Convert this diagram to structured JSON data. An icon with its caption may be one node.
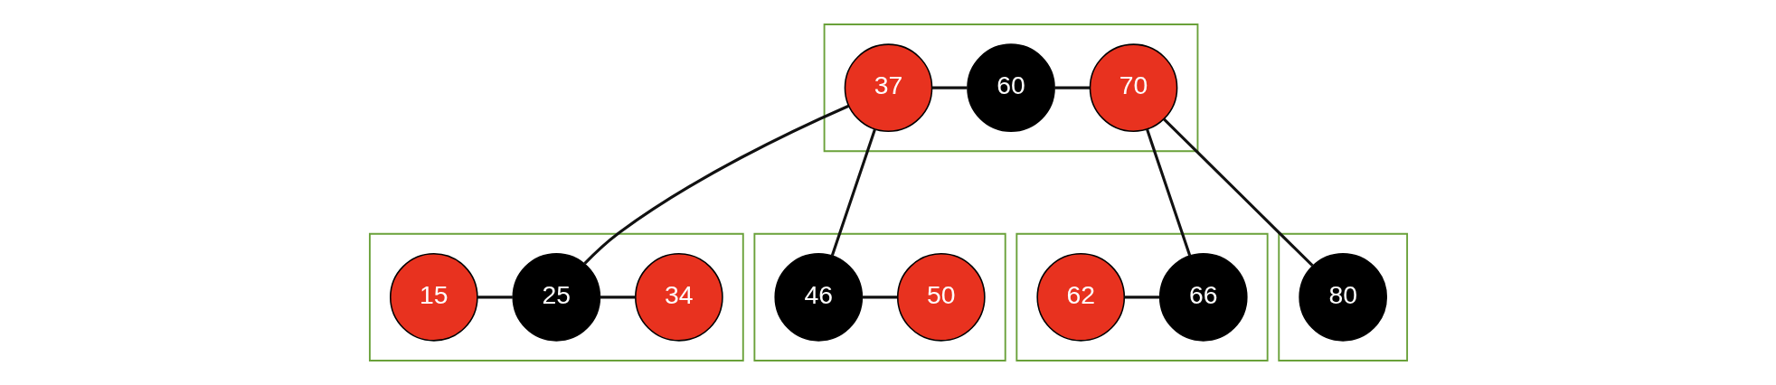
{
  "diagram": {
    "nodes": [
      {
        "text": [],
        "shape": "box"
      },
      {
        "text": [
          "37"
        ],
        "in": 0
      },
      {
        "text": [
          "60"
        ],
        "in": 0
      },
      {
        "text": [
          "70"
        ],
        "in": 0
      },
      {
        "text": [],
        "shape": "box"
      },
      {
        "text": [
          "15"
        ],
        "in": 4
      },
      {
        "text": [
          "25"
        ],
        "in": 4
      },
      {
        "text": [
          "34"
        ],
        "in": 4
      },
      {
        "text": [],
        "shape": "box"
      },
      {
        "text": [
          "46"
        ],
        "in": 8
      },
      {
        "text": [
          "50"
        ],
        "in": 8
      },
      {
        "text": [],
        "shape": "box"
      },
      {
        "text": [
          "62"
        ],
        "in": 11
      },
      {
        "text": [
          "66"
        ],
        "in": 11
      },
      {
        "text": [],
        "shape": "box"
      },
      {
        "text": [
          "80"
        ],
        "in": 14
      }
    ],
    "edges": [
      {
        "from": 1,
        "to": 2,
        "arrow": "none"
      },
      {
        "from": 2,
        "to": 3,
        "arrow": "none"
      },
      {
        "from": 1,
        "to": 6,
        "arrow": "none"
      },
      {
        "from": 1,
        "to": 9,
        "arrow": "none"
      },
      {
        "from": 3,
        "to": 13,
        "arrow": "none"
      },
      {
        "from": 3,
        "to": 15,
        "arrow": "none"
      },
      {
        "from": 5,
        "to": 6,
        "arrow": "none"
      },
      {
        "from": 6,
        "to": 7,
        "arrow": "none"
      },
      {
        "from": 9,
        "to": 10,
        "arrow": "none"
      },
      {
        "from": 12,
        "to": 13,
        "arrow": "none"
      }
    ]
  }
}
